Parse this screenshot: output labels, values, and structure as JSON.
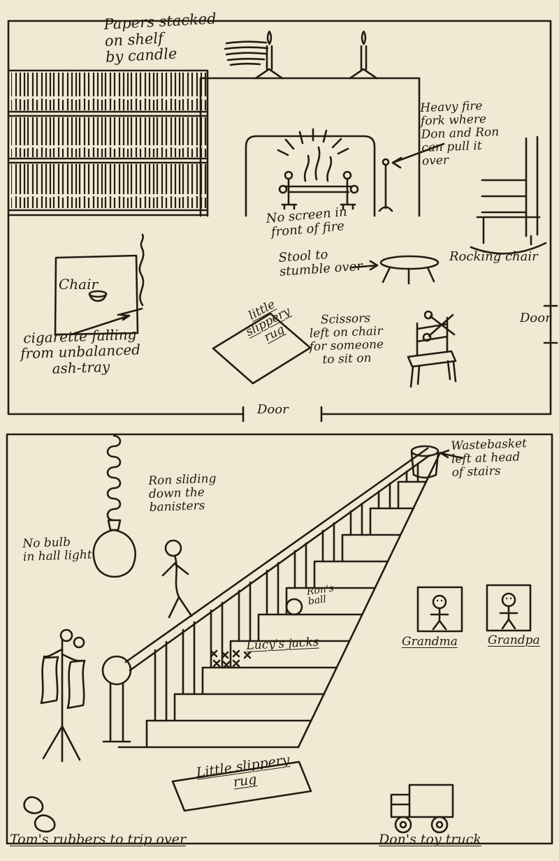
{
  "illustration": {
    "title_hint": "hand-drawn household hazards diagram, two room panels",
    "colors": {
      "paper": "#f0e9d4",
      "ink": "#241b12"
    },
    "panel1": {
      "labels": {
        "papers": "Papers stacked\non shelf\nby candle",
        "fire_fork": "Heavy fire\nfork where\nDon and Ron\ncan pull it\nover",
        "no_screen": "No screen in\nfront of fire",
        "rocking_chair": "Rocking chair",
        "stool": "Stool to\nstumble over",
        "chair": "Chair",
        "cigarette": "cigarette falling\nfrom unbalanced\nash-tray",
        "rug": "little\nslippery\nrug",
        "scissors": "Scissors\nleft on chair\nfor someone\nto sit on",
        "door_right": "Door",
        "door_bottom": "Door"
      }
    },
    "panel2": {
      "labels": {
        "ron_sliding": "Ron sliding\ndown the\nbanisters",
        "no_bulb": "No bulb\nin hall light",
        "wastebasket": "Wastebasket\nleft at head\nof stairs",
        "rons_ball": "Ron's\nball",
        "lucys_jacks": "Lucy's jacks",
        "grandma": "Grandma",
        "grandpa": "Grandpa",
        "rug": "Little slippery\nrug",
        "toms_rubbers": "Tom's rubbers to trip over",
        "dons_truck": "Don's toy truck"
      }
    }
  }
}
